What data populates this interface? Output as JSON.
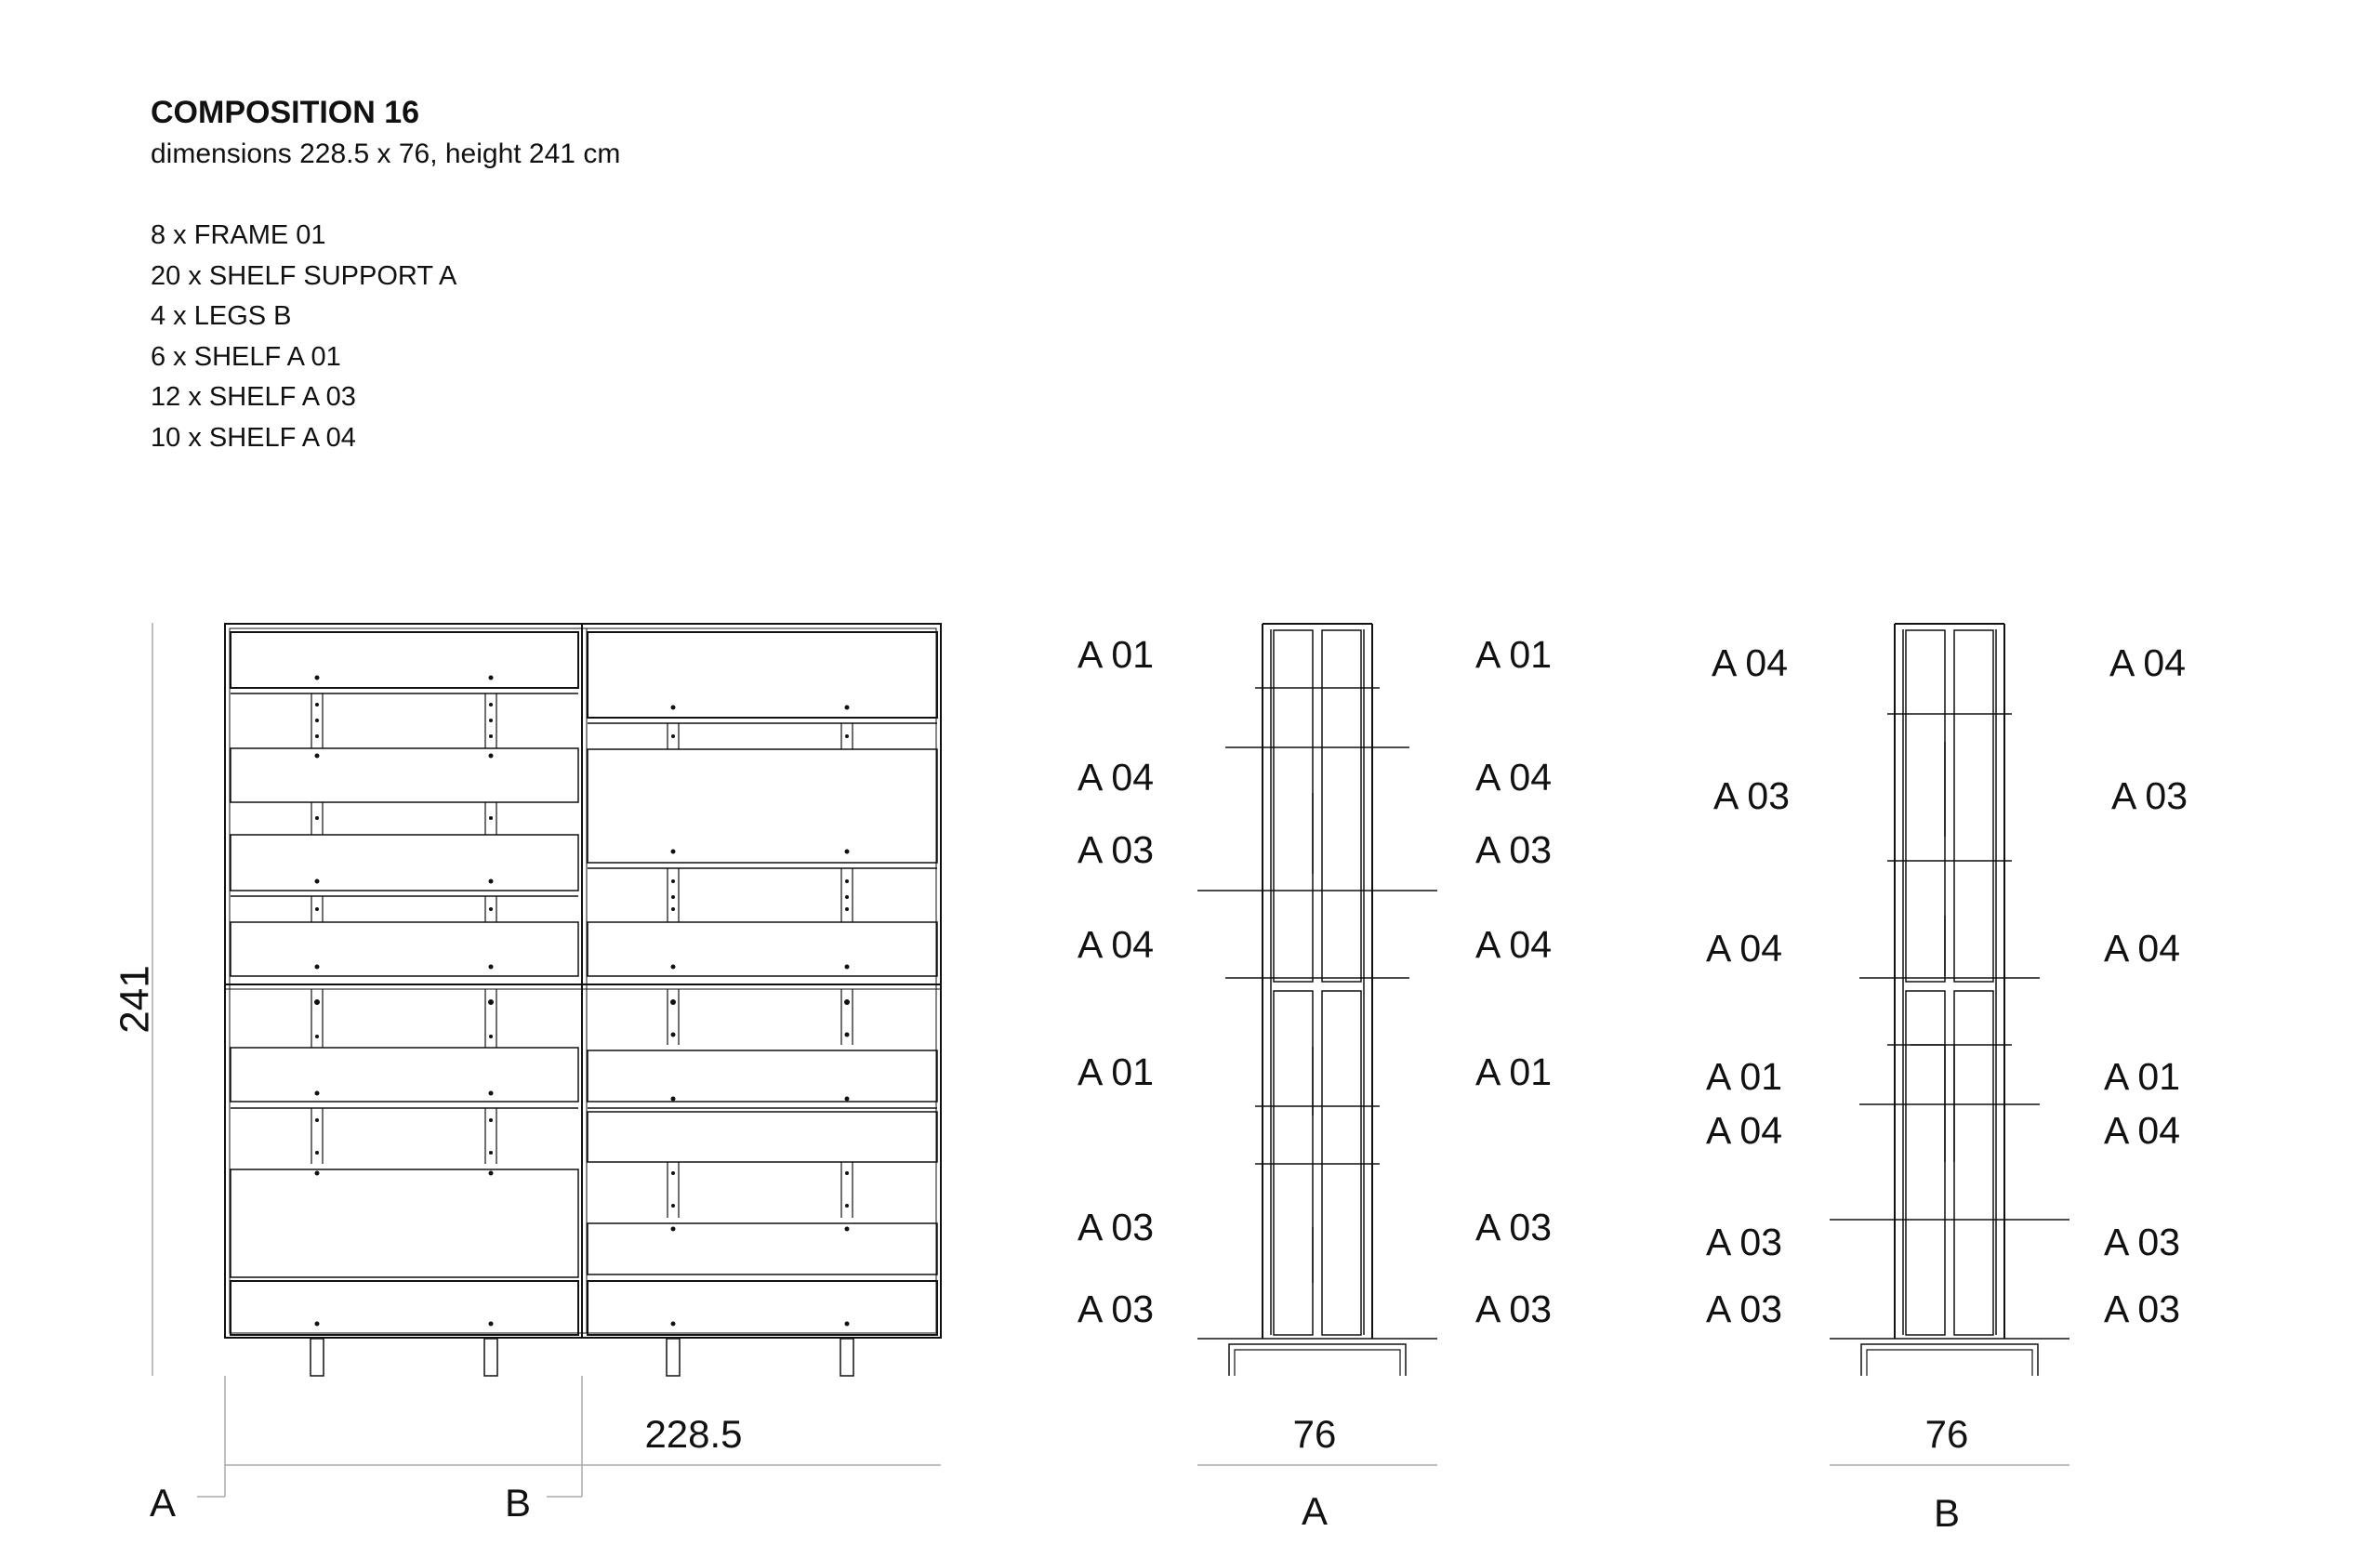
{
  "title": "COMPOSITION 16",
  "subtitle": "dimensions 228.5 x 76, height 241 cm",
  "parts": [
    "8 x FRAME 01",
    "20 x SHELF SUPPORT A",
    "4 x LEGS B",
    "6 x SHELF A 01",
    "12 x SHELF A 03",
    "10 x SHELF A 04"
  ],
  "front": {
    "height_label": "241",
    "width_label": "228.5",
    "section_a": "A",
    "section_b": "B"
  },
  "section_a": {
    "label": "A",
    "depth_label": "76",
    "left_labels": [
      "A 01",
      "A 04",
      "A 03",
      "A 04",
      "A 01",
      "A 03",
      "A 03"
    ],
    "right_labels": [
      "A 01",
      "A 04",
      "A 03",
      "A 04",
      "A 01",
      "A 03",
      "A 03"
    ]
  },
  "section_b": {
    "label": "B",
    "depth_label": "76",
    "left_labels": [
      "A 04",
      "A 03",
      "A 04",
      "A 01",
      "A 04",
      "A 03",
      "A 03"
    ],
    "right_labels": [
      "A 04",
      "A 03",
      "A 04",
      "A 01",
      "A 04",
      "A 03",
      "A 03"
    ]
  }
}
